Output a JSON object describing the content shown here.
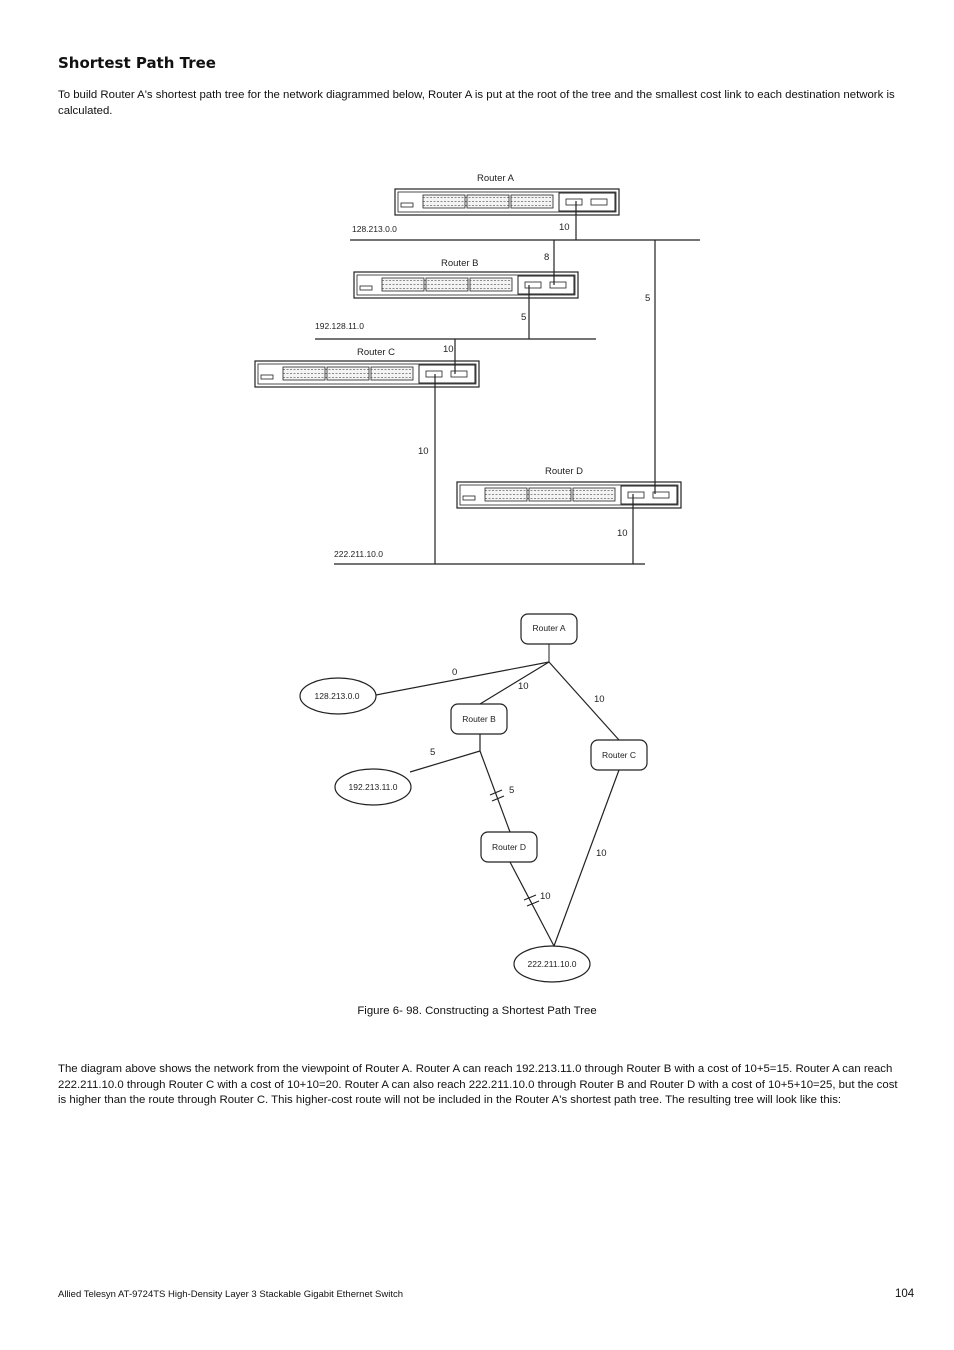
{
  "heading": "Shortest Path Tree",
  "intro": "To build Router A's shortest path tree for the network diagrammed below, Router A is put at the root of the tree and the smallest cost link to each destination network is calculated.",
  "network": {
    "routers": {
      "a": "Router A",
      "b": "Router B",
      "c": "Router C",
      "d": "Router D"
    },
    "networks": {
      "n1": "128.213.0.0",
      "n2": "192.128.11.0",
      "n3": "222.211.10.0"
    },
    "costs": {
      "a_n1": "10",
      "b_n1": "8",
      "a_n3": "5",
      "b_n2": "5",
      "c_n2": "10",
      "c_n3": "10",
      "d_n3": "10"
    }
  },
  "tree": {
    "nodes": {
      "a": "Router A",
      "b": "Router B",
      "c": "Router C",
      "d": "Router D",
      "n1": "128.213.0.0",
      "n2": "192.213.11.0",
      "n3": "222.211.10.0"
    },
    "costs": {
      "a_n1": "0",
      "a_b": "10",
      "a_c": "10",
      "b_n2": "5",
      "b_d": "5",
      "c_n3": "10",
      "d_n3": "10"
    }
  },
  "caption": "Figure 6- 98. Constructing a Shortest Path Tree",
  "outro": "The diagram above shows the network from the viewpoint of Router A. Router A can reach 192.213.11.0 through Router B with a cost of 10+5=15. Router A can reach 222.211.10.0 through Router C with a cost of 10+10=20. Router A can also reach 222.211.10.0 through Router B and Router D with a cost of 10+5+10=25, but the cost is higher than the route through Router C. This higher-cost route will not be included in the Router A's shortest path tree. The resulting tree will look like this:",
  "footer": "Allied Telesyn AT-9724TS High-Density Layer 3 Stackable Gigabit Ethernet Switch",
  "page_number": "104"
}
